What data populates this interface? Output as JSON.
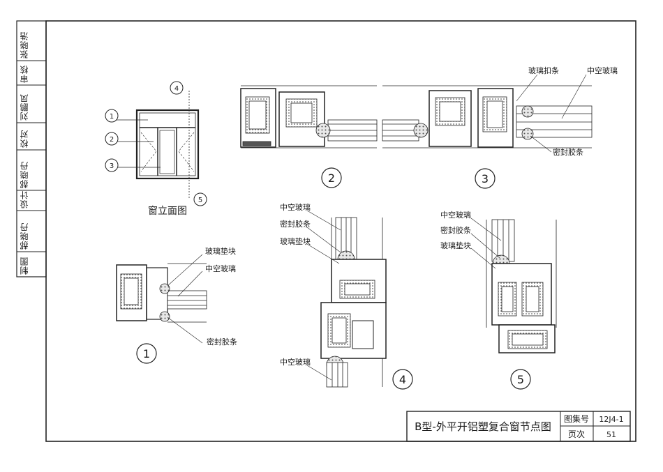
{
  "review_column": {
    "roles": [
      "审核",
      "校对",
      "设计",
      "制图"
    ],
    "names": [
      "张晓浩",
      "刘鹏凤",
      "郝晓丹",
      "郝晓丹"
    ]
  },
  "elevation": {
    "caption": "窗立面图",
    "markers": [
      "1",
      "2",
      "3",
      "4",
      "5"
    ]
  },
  "details": [
    {
      "id": "1",
      "labels": [
        "玻璃垫块",
        "中空玻璃",
        "密封胶条"
      ]
    },
    {
      "id": "2",
      "labels": []
    },
    {
      "id": "3",
      "labels": [
        "玻璃扣条",
        "中空玻璃",
        "密封胶条"
      ]
    },
    {
      "id": "4",
      "labels": [
        "中空玻璃",
        "密封胶条",
        "玻璃垫块",
        "中空玻璃"
      ]
    },
    {
      "id": "5",
      "labels": [
        "中空玻璃",
        "密封胶条",
        "玻璃垫块"
      ]
    }
  ],
  "title_block": {
    "title": "B型-外平开铝塑复合窗节点图",
    "atlas_label": "图集号",
    "atlas_value": "12J4-1",
    "page_label": "页次",
    "page_value": "51"
  }
}
